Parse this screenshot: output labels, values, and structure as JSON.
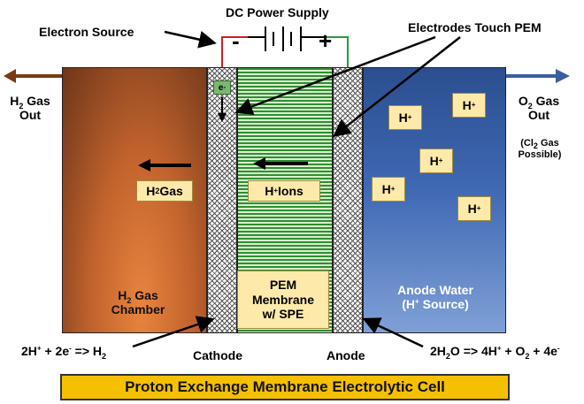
{
  "top": {
    "power_supply": "DC Power Supply",
    "electron_source": "Electron Source",
    "electrodes_touch": "Electrodes Touch PEM",
    "minus": "-",
    "plus": "+"
  },
  "left_out": {
    "line1_prefix": "H",
    "line1_sub": "2",
    "line1_suffix": " Gas",
    "line2": "Out"
  },
  "right_out": {
    "line1_prefix": "O",
    "line1_sub": "2",
    "line1_suffix": " Gas",
    "line2": "Out",
    "note_prefix": "(Cl",
    "note_sub": "2",
    "note_suffix": " Gas",
    "note_line2": "Possible)"
  },
  "h2_gas_box": {
    "prefix": "H",
    "sub": "2",
    "suffix": " Gas"
  },
  "h_ions_box": {
    "prefix": "H",
    "sup": "+",
    "suffix": " Ions"
  },
  "electron": {
    "base": "e",
    "sup": "-"
  },
  "h_plus": {
    "base": "H",
    "sup": "+"
  },
  "pem_label": {
    "line1": "PEM",
    "line2": "Membrane",
    "line3": "w/ SPE"
  },
  "h2_chamber": {
    "line1_prefix": "H",
    "line1_sub": "2",
    "line1_suffix": " Gas",
    "line2": "Chamber"
  },
  "anode_water": {
    "line1": "Anode Water",
    "line2_prefix": "(H",
    "line2_sup": "+",
    "line2_suffix": " Source)"
  },
  "cathode_label": "Cathode",
  "anode_label": "Anode",
  "cathode_eq": {
    "a": "2H",
    "a_sup": "+",
    "b": " + 2e",
    "b_sup": "-",
    "c": " => H",
    "c_sub": "2"
  },
  "anode_eq": {
    "a": "2H",
    "a_sub": "2",
    "b": "O => 4H",
    "b_sup": "+",
    "c": " + O",
    "c_sub": "2",
    "d": " + 4e",
    "d_sup": "-"
  },
  "title": "Proton Exchange Membrane Electrolytic Cell",
  "colors": {
    "h2_chamber": "#b5592a",
    "anode_water": "#3f68b3",
    "pem_stripe": "#2f8f2f",
    "label_box": "#fdeaaa",
    "title_bar": "#f5c000",
    "h2_arrow": "#7a3a12",
    "o2_arrow": "#3a5fa0",
    "wire_negative": "#cc2222",
    "wire_positive": "#2a9a3a"
  }
}
